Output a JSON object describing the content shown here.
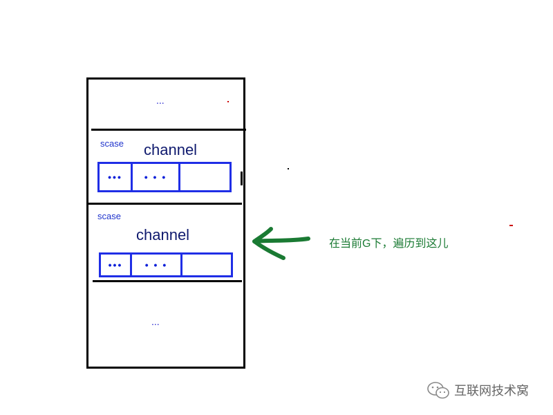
{
  "top_section": {
    "ellipsis": "..."
  },
  "bottom_section": {
    "ellipsis": "..."
  },
  "scase_blocks": [
    {
      "scase_label": "scase",
      "channel_label": "channel",
      "cells": [
        "•••",
        "• • •",
        ""
      ]
    },
    {
      "scase_label": "scase",
      "channel_label": "channel",
      "cells": [
        "•••",
        "• • •",
        ""
      ]
    }
  ],
  "annotation": {
    "text": "在当前G下，遍历到这儿",
    "arrow_color": "#1a7a33"
  },
  "watermark": {
    "text": "互联网技术窝",
    "icon": "wechat-icon"
  },
  "colors": {
    "frame": "#000000",
    "blue_box": "#1f2ee6",
    "channel_text": "#0f1a6e",
    "scase_text": "#1f33cc",
    "note_text": "#1a7a33"
  }
}
